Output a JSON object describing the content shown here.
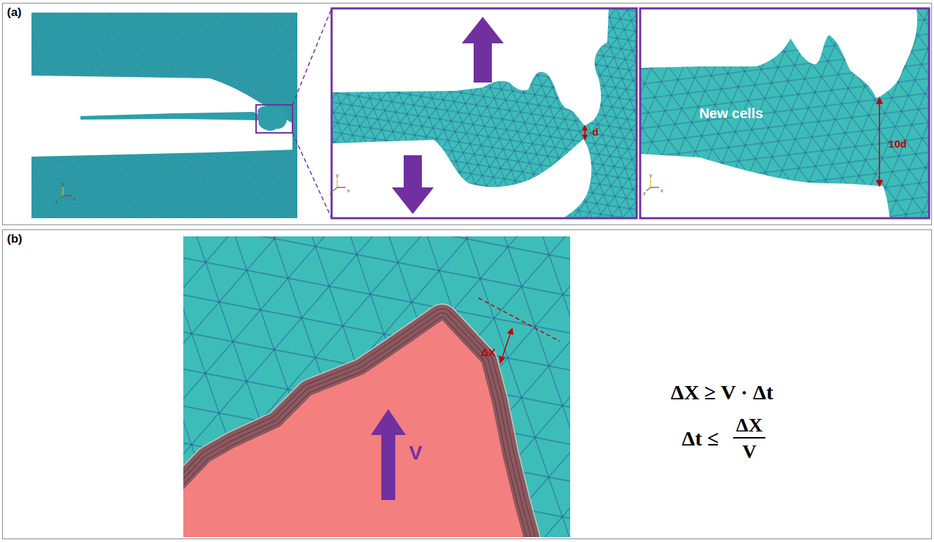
{
  "diagram": {
    "nodes": [
      {
        "text": [
          "(a)"
        ]
      },
      {
        "text": [
          "(b)"
        ]
      }
    ],
    "labels": [
      "y",
      "z",
      "x",
      "y",
      "z",
      "x",
      "y",
      "z",
      "x",
      "d",
      "New cells",
      "10d",
      "V",
      "ΔX",
      "ΔX ≥ V · Δt",
      "Δt ≤",
      "ΔX",
      "V"
    ]
  }
}
